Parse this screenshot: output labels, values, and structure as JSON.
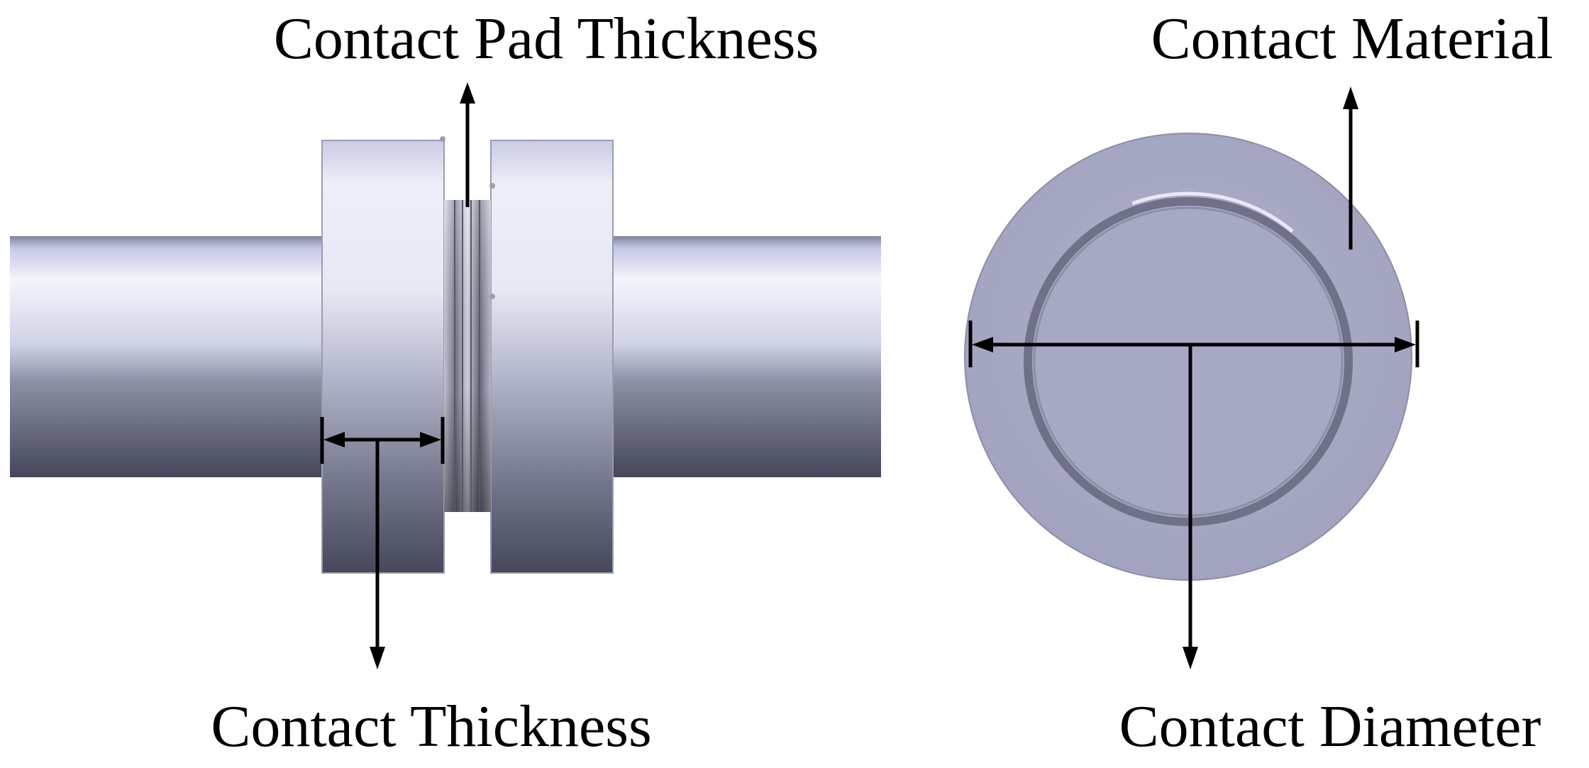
{
  "labels": {
    "contact_pad_thickness": "Contact Pad Thickness",
    "contact_material": "Contact Material",
    "contact_thickness": "Contact Thickness",
    "contact_diameter": "Contact Diameter"
  },
  "colors": {
    "background": "#ffffff",
    "ink": "#000000",
    "disc_face": "#a9abc6",
    "disc_edge": "#8c8ea8",
    "metal_light": "#f2f3fb",
    "metal_dark": "#474a5c"
  }
}
